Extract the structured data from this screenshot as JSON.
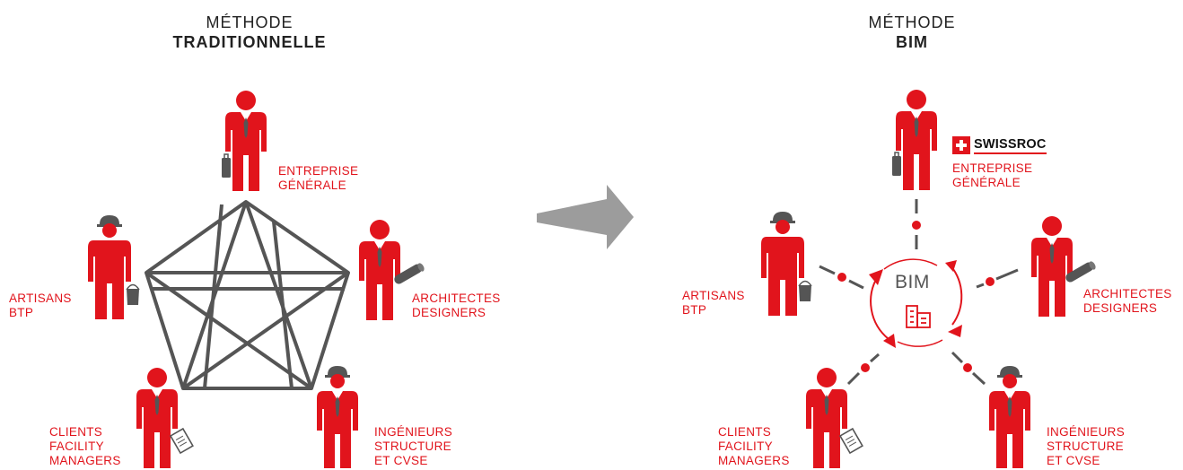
{
  "colors": {
    "accent": "#e1141c",
    "lines": "#555555",
    "arrow": "#9c9c9c"
  },
  "left": {
    "heading_line1": "MÉTHODE",
    "heading_line2": "TRADITIONNELLE",
    "labels": {
      "entreprise": [
        "ENTREPRISE",
        "GÉNÉRALE"
      ],
      "artisans": [
        "ARTISANS",
        "BTP"
      ],
      "architectes": [
        "ARCHITECTES",
        "DESIGNERS"
      ],
      "clients": [
        "CLIENTS",
        "FACILITY",
        "MANAGERS"
      ],
      "ingenieurs": [
        "INGÉNIEURS",
        "STRUCTURE",
        "ET CVSE"
      ]
    }
  },
  "right": {
    "heading_line1": "MÉTHODE",
    "heading_line2": "BIM",
    "hub_label": "BIM",
    "brand": "SWISSROC",
    "labels": {
      "entreprise": [
        "ENTREPRISE",
        "GÉNÉRALE"
      ],
      "artisans": [
        "ARTISANS",
        "BTP"
      ],
      "architectes": [
        "ARCHITECTES",
        "DESIGNERS"
      ],
      "clients": [
        "CLIENTS",
        "FACILITY",
        "MANAGERS"
      ],
      "ingenieurs": [
        "INGÉNIEURS",
        "STRUCTURE",
        "ET CVSE"
      ]
    }
  },
  "icons": [
    "businessman-icon",
    "worker-icon",
    "briefcase-icon",
    "paint-bucket-icon",
    "blueprint-roll-icon",
    "clipboard-icon",
    "hardhat-icon",
    "arrow-right-icon",
    "cycle-arrows-icon",
    "building-icon",
    "swiss-cross-icon"
  ]
}
